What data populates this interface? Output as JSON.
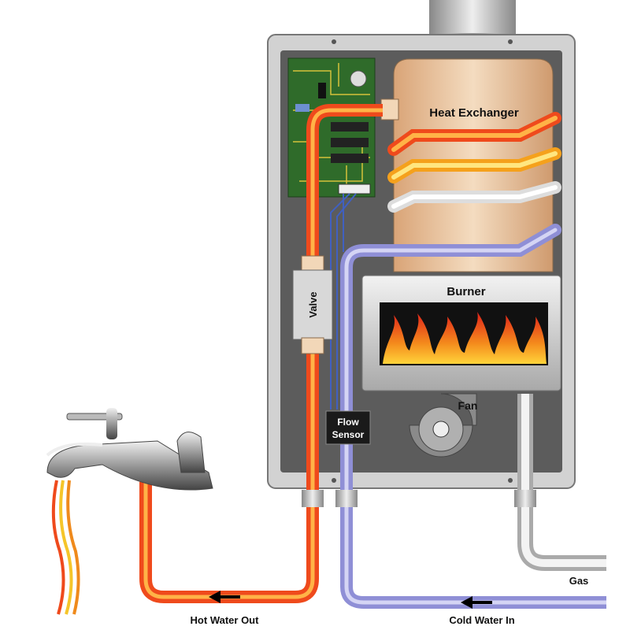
{
  "title": "Tankless water heater diagram",
  "labels": {
    "heat_exchanger": "Heat Exchanger",
    "burner": "Burner",
    "valve": "Valve",
    "flow_sensor_1": "Flow",
    "flow_sensor_2": "Sensor",
    "fan": "Fan",
    "gas": "Gas",
    "hot_water_out": "Hot Water Out",
    "cold_water_in": "Cold Water In"
  },
  "colors": {
    "hot": "#f0501e",
    "hot_core": "#ffb347",
    "cold": "#8f8fd6",
    "cold_core": "#d4d4f4",
    "housing": "#c9c9c9",
    "interior": "#5a5a5a",
    "board": "#2f6b2a",
    "exchanger": "#e9c29c"
  }
}
